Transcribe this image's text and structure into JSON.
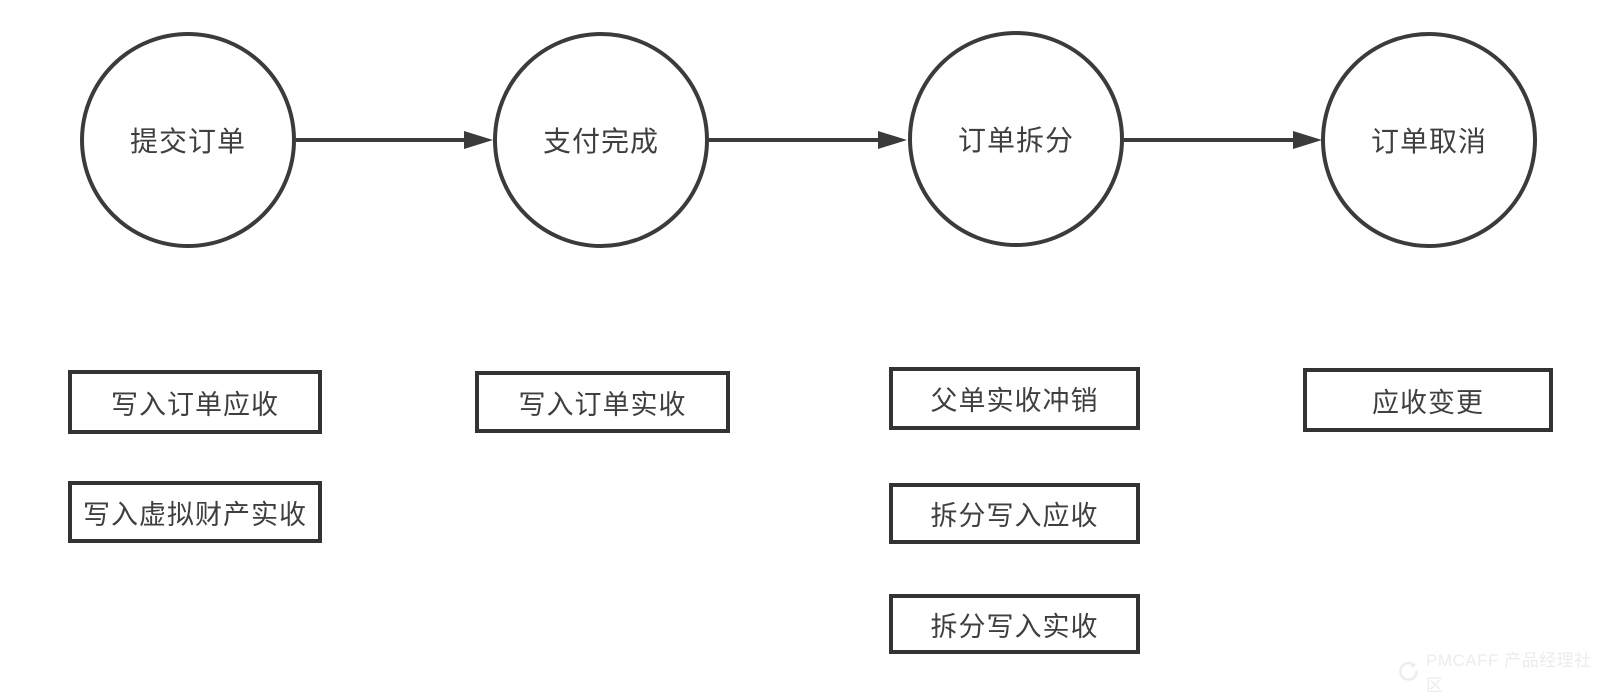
{
  "flow": {
    "nodes": [
      {
        "label": "提交订单"
      },
      {
        "label": "支付完成"
      },
      {
        "label": "订单拆分"
      },
      {
        "label": "订单取消"
      }
    ],
    "actions": {
      "col1": [
        "写入订单应收",
        "写入虚拟财产实收"
      ],
      "col2": [
        "写入订单实收"
      ],
      "col3": [
        "父单实收冲销",
        "拆分写入应收",
        "拆分写入实收"
      ],
      "col4": [
        "应收变更"
      ]
    }
  },
  "colors": {
    "stroke": "#3b3b3b",
    "box_border": "#333333",
    "text": "#3f3f3f",
    "background": "#ffffff",
    "watermark": "#ececec"
  },
  "watermark": {
    "text": "PMCAFF 产品经理社区"
  }
}
